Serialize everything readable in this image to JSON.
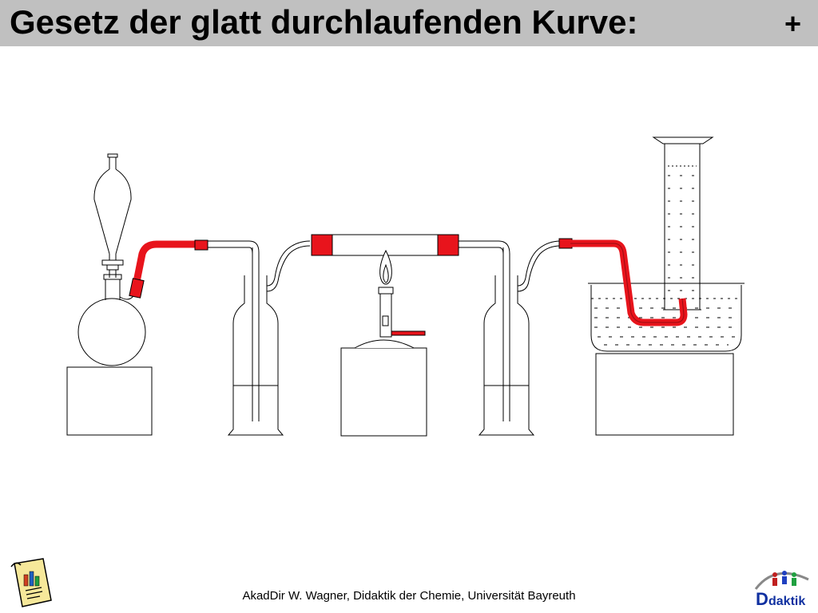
{
  "slide": {
    "title": "Gesetz der glatt durchlaufenden Kurve:",
    "title_marker": "+",
    "footer": "AkadDir W. Wagner, Didaktik der Chemie, Universität Bayreuth"
  },
  "logos": {
    "right_text": "daktik",
    "right_letter": "D"
  },
  "colors": {
    "header_background": "#c0c0c0",
    "tubing": "#e8141c",
    "line": "#000000"
  }
}
